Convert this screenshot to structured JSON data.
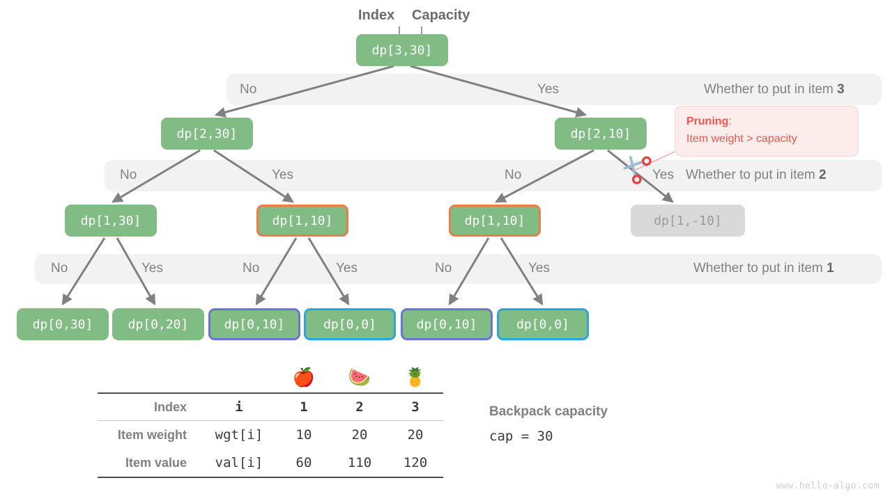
{
  "annotations": {
    "index_label": "Index",
    "capacity_label": "Capacity"
  },
  "levels": [
    {
      "no": "No",
      "yes": "Yes",
      "question": "Whether to put in item ",
      "item": "3"
    },
    {
      "no": "No",
      "yes": "Yes",
      "question": "Whether to put in item ",
      "item": "2"
    },
    {
      "no": "No",
      "yes": "Yes",
      "question": "Whether to put in item ",
      "item": "1"
    }
  ],
  "level_extra": {
    "l2_no_b": "No",
    "l2_yes_b": "Yes",
    "l3_no_b": "No",
    "l3_yes_b": "Yes",
    "l3_no_c": "No",
    "l3_yes_c": "Yes"
  },
  "nodes": {
    "root": {
      "text": "dp[3,30]",
      "style": "plain"
    },
    "n2_30": {
      "text": "dp[2,30]",
      "style": "plain"
    },
    "n2_10": {
      "text": "dp[2,10]",
      "style": "plain"
    },
    "n1_30": {
      "text": "dp[1,30]",
      "style": "plain"
    },
    "n1_10a": {
      "text": "dp[1,10]",
      "style": "orange"
    },
    "n1_10b": {
      "text": "dp[1,10]",
      "style": "orange"
    },
    "n1_m10": {
      "text": "dp[1,-10]",
      "style": "muted"
    },
    "l0_30": {
      "text": "dp[0,30]",
      "style": "plain"
    },
    "l0_20": {
      "text": "dp[0,20]",
      "style": "plain"
    },
    "l0_10a": {
      "text": "dp[0,10]",
      "style": "purple"
    },
    "l0_0a": {
      "text": "dp[0,0]",
      "style": "blue"
    },
    "l0_10b": {
      "text": "dp[0,10]",
      "style": "purple"
    },
    "l0_0b": {
      "text": "dp[0,0]",
      "style": "blue"
    }
  },
  "pruning": {
    "title": "Pruning",
    "colon": ":",
    "body": "Item weight > capacity"
  },
  "table": {
    "icons": [
      "🍎",
      "🍉",
      "🍍"
    ],
    "rows": [
      {
        "label": "Index",
        "key": "i",
        "values": [
          "1",
          "2",
          "3"
        ],
        "bold": true
      },
      {
        "label": "Item weight",
        "key": "wgt[i]",
        "values": [
          "10",
          "20",
          "20"
        ],
        "bold": false
      },
      {
        "label": "Item value",
        "key": "val[i]",
        "values": [
          "60",
          "110",
          "120"
        ],
        "bold": false
      }
    ]
  },
  "capacity": {
    "title": "Backpack capacity",
    "value": "cap = 30"
  },
  "watermark": "www.hello-algo.com",
  "colors": {
    "node_green": "#81bc84",
    "node_muted": "#d9d9d9",
    "border_orange": "#ec7d49",
    "border_purple": "#6c73d6",
    "border_blue": "#2ba5e0",
    "band_gray": "#f2f2f2",
    "edge_gray": "#808080",
    "pruning_red": "#f2574f",
    "pruning_bg": "#fdecec"
  }
}
